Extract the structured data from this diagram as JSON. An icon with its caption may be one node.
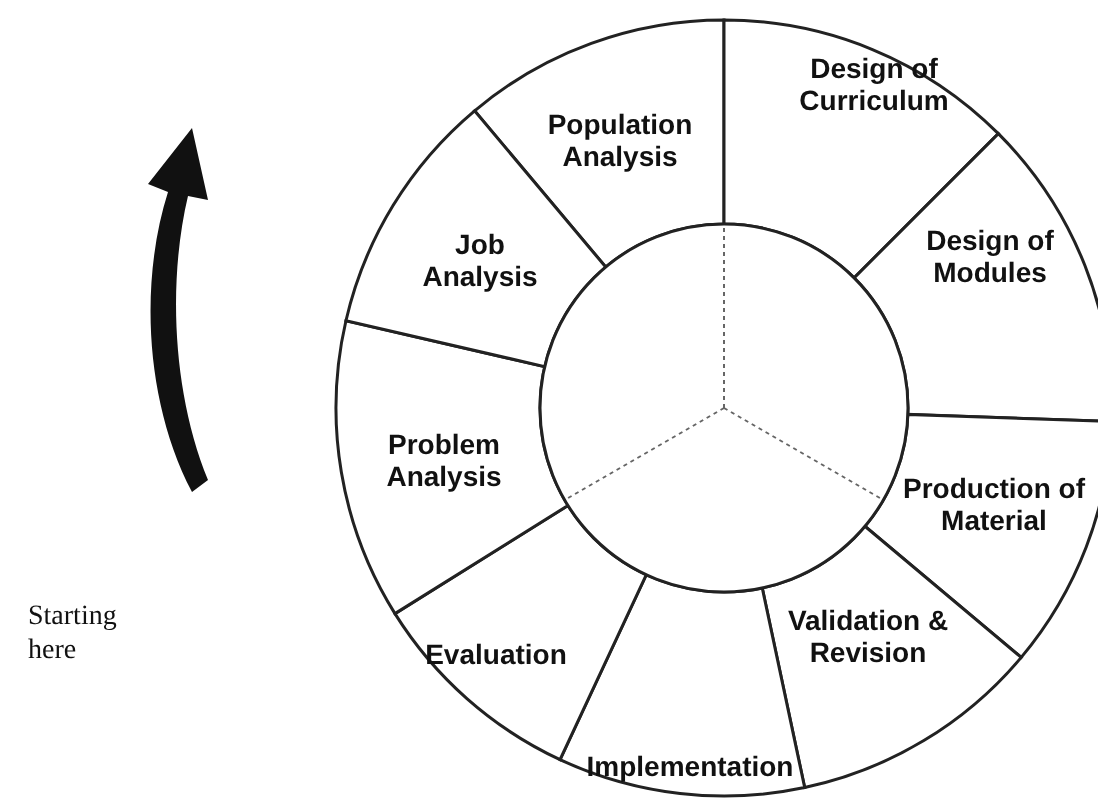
{
  "diagram": {
    "nodes": [
      {
        "text": [
          "Population Analysis"
        ]
      },
      {
        "text": [
          "Design of Curriculum"
        ]
      },
      {
        "text": [
          "Design of Modules"
        ]
      },
      {
        "text": [
          "Production of Material"
        ]
      },
      {
        "text": [
          "Validation & Revision"
        ]
      },
      {
        "text": [
          "Implementation"
        ]
      },
      {
        "text": [
          "Evaluation"
        ]
      },
      {
        "text": [
          "Problem Analysis"
        ]
      },
      {
        "text": [
          "Job Analysis"
        ]
      },
      {
        "text": [],
        "shape": "circle"
      }
    ],
    "edges": [],
    "labels": [
      "Starting here"
    ]
  }
}
